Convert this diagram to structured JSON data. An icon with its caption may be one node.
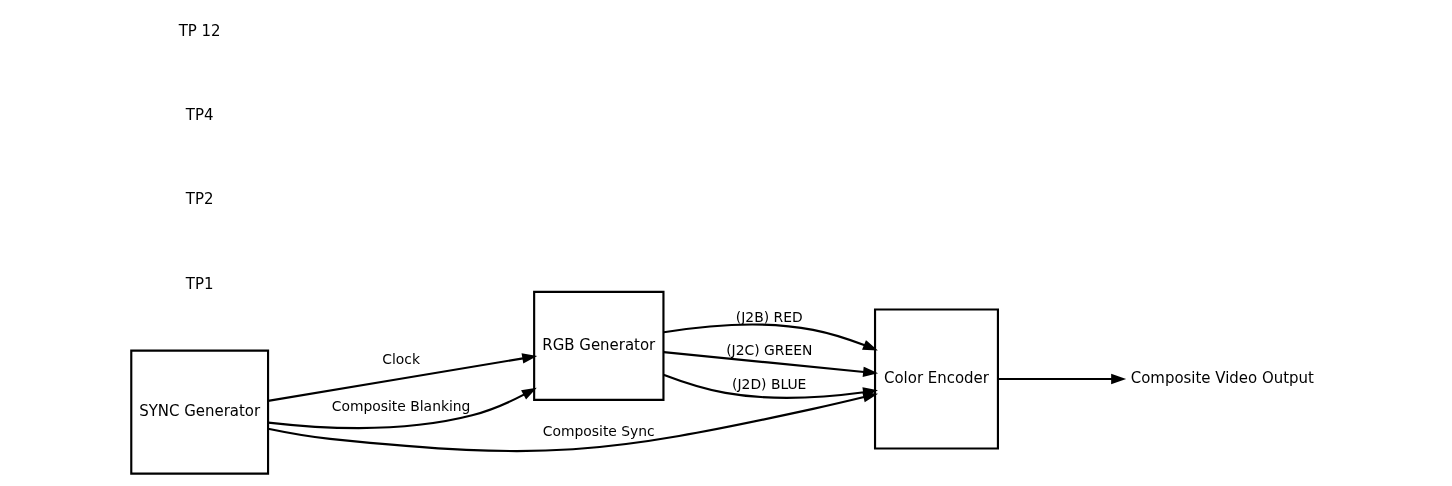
{
  "diagram": {
    "nodes": [
      {
        "text": [
          "SYNC Generator"
        ]
      },
      {
        "text": [
          "RGB Generator"
        ]
      },
      {
        "text": [
          "Color Encoder"
        ]
      },
      {
        "text": [
          "Composite Video Output"
        ]
      }
    ],
    "edges": [
      {
        "from": 0,
        "to": 2,
        "arrow": "to",
        "label": "Composite Sync"
      },
      {
        "from": 0,
        "to": 1,
        "arrow": "to",
        "label": "Clock"
      },
      {
        "from": 0,
        "to": 1,
        "arrow": "to",
        "label": "Composite Blanking"
      },
      {
        "from": 1,
        "to": 2,
        "arrow": "to",
        "label": "(J2B) RED"
      },
      {
        "from": 1,
        "to": 2,
        "arrow": "to",
        "label": "(J2C) GREEN"
      },
      {
        "from": 1,
        "to": 2,
        "arrow": "to",
        "label": "(J2D) BLUE"
      },
      {
        "from": 2,
        "to": 3,
        "arrow": "to"
      }
    ],
    "labels": [
      "TP1",
      "TP2",
      "TP4",
      "TP 12"
    ]
  }
}
